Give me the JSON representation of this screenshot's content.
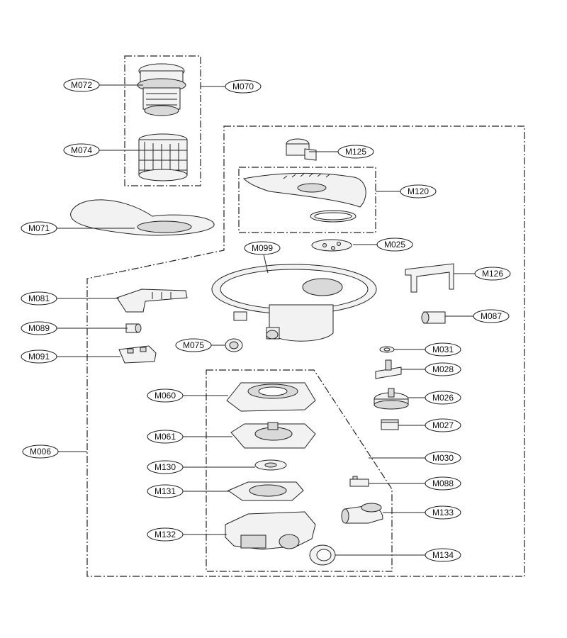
{
  "labels": {
    "M072": "M072",
    "M070": "M070",
    "M074": "M074",
    "M071": "M071",
    "M125": "M125",
    "M120": "M120",
    "M099": "M099",
    "M025": "M025",
    "M126": "M126",
    "M081": "M081",
    "M087": "M087",
    "M089": "M089",
    "M075": "M075",
    "M031": "M031",
    "M091": "M091",
    "M028": "M028",
    "M060": "M060",
    "M026": "M026",
    "M027": "M027",
    "M061": "M061",
    "M006": "M006",
    "M030": "M030",
    "M130": "M130",
    "M088": "M088",
    "M131": "M131",
    "M133": "M133",
    "M132": "M132",
    "M134": "M134"
  }
}
